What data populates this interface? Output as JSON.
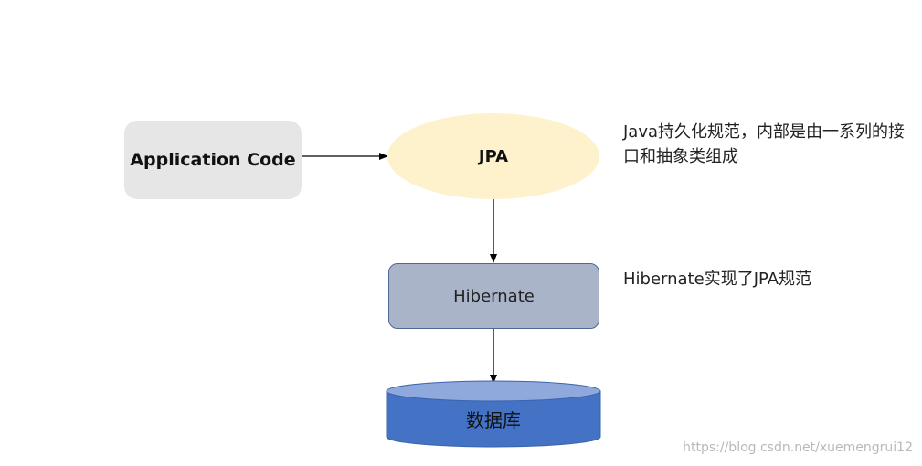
{
  "nodes": {
    "app": {
      "label": "Application Code"
    },
    "jpa": {
      "label": "JPA"
    },
    "hibernate": {
      "label": "Hibernate"
    },
    "database": {
      "label": "数据库"
    }
  },
  "notes": {
    "jpa": "Java持久化规范，内部是由一系列的接口和抽象类组成",
    "hibernate": "Hibernate实现了JPA规范"
  },
  "watermark": "https://blog.csdn.net/xuemengrui12",
  "colors": {
    "app_fill": "#e6e6e6",
    "jpa_fill": "#fdf2cc",
    "hibernate_fill": "#aab4c8",
    "hibernate_border": "#4f6894",
    "database_fill": "#4472c4",
    "database_top": "#8fa9dc"
  }
}
